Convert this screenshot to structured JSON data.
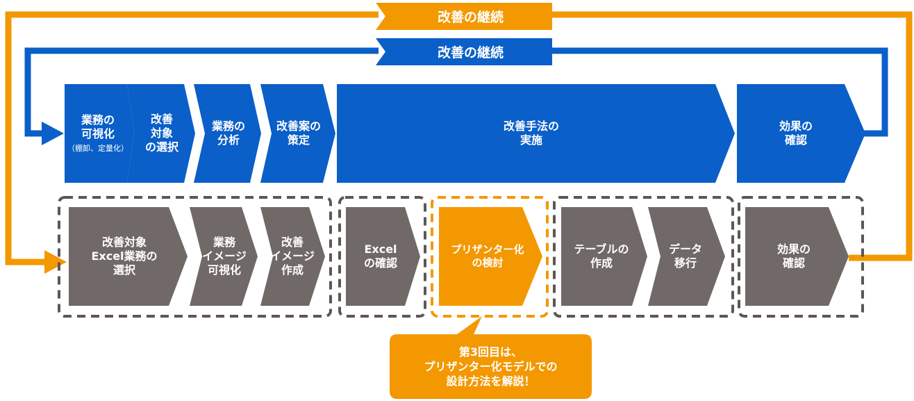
{
  "loops": {
    "orange_label": "改善の継続",
    "blue_label": "改善の継続"
  },
  "steps": [
    {
      "lines": [
        "業務の",
        "可視化"
      ],
      "note": "（棚卸、定量化）"
    },
    {
      "lines": [
        "改善",
        "対象",
        "の選択"
      ]
    },
    {
      "lines": [
        "業務の",
        "分析"
      ]
    },
    {
      "lines": [
        "改善案の",
        "策定"
      ]
    },
    {
      "lines": [
        "改善手法の",
        "実施"
      ]
    },
    {
      "lines": [
        "効果の",
        "確認"
      ]
    }
  ],
  "substeps": [
    {
      "lines": [
        "改善対象",
        "Excel業務の",
        "選択"
      ]
    },
    {
      "lines": [
        "業務",
        "イメージ",
        "可視化"
      ]
    },
    {
      "lines": [
        "改善",
        "イメージ",
        "作成"
      ]
    },
    {
      "lines": [
        "Excel",
        "の確認"
      ]
    },
    {
      "lines": [
        "プリザンター化",
        "の検討"
      ]
    },
    {
      "lines": [
        "テーブルの",
        "作成"
      ]
    },
    {
      "lines": [
        "データ",
        "移行"
      ]
    },
    {
      "lines": [
        "効果の",
        "確認"
      ]
    }
  ],
  "callout": {
    "lines": [
      "第3回目は、",
      "プリザンター化モデルでの",
      "設計方法を解説！"
    ]
  },
  "colors": {
    "blue": "#0a5fc8",
    "orange": "#f39800",
    "gray": "#716868",
    "dash": "#5c5656",
    "text": "#ffffff"
  }
}
